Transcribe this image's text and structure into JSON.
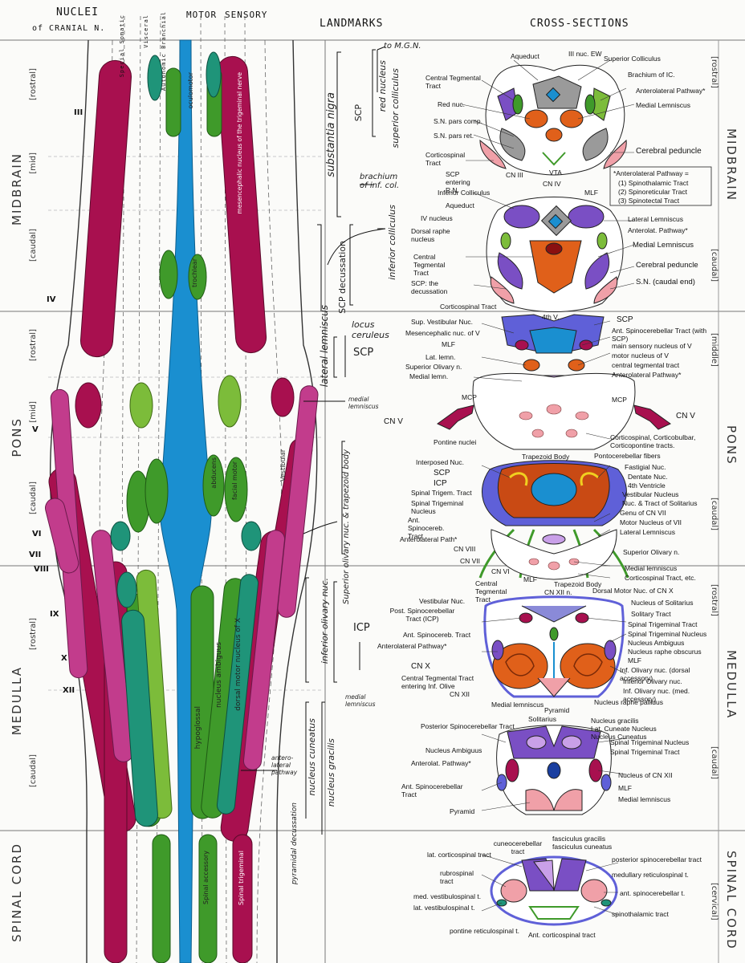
{
  "header": {
    "nuclei": "NUCLEI",
    "of_cranial": "of CRANIAL N.",
    "special_somatic": "Special Somatic",
    "visceral": "Visceral",
    "autonomic": "Autonomic Branchial",
    "motor": "MOTOR",
    "sensory": "SENSORY",
    "landmarks": "LANDMARKS",
    "cross_sections": "CROSS-SECTIONS"
  },
  "regions_left": {
    "midbrain": "MIDBRAIN",
    "pons": "PONS",
    "medulla": "MEDULLA",
    "spinal": "SPINAL CORD",
    "rostral1": "[rostral]",
    "mid1": "[mid]",
    "caudal1": "[caudal]",
    "rostral2": "[rostral]",
    "mid2": "[mid]",
    "caudal2": "[caudal]",
    "rostral3": "[rostral]",
    "caudal3": "[caudal]"
  },
  "regions_right": {
    "midbrain": "MIDBRAIN",
    "pons": "PONS",
    "medulla": "MEDULLA",
    "spinal": "SPINAL CORD",
    "rostral1": "[rostral]",
    "caudal1": "[caudal]",
    "middle2": "[middle]",
    "caudal2": "[caudal]",
    "rostral3": "[rostral]",
    "caudal3": "[caudal]",
    "cervical": "[cervical]"
  },
  "cranial_numbers": [
    "III",
    "IV",
    "V",
    "VI",
    "VII",
    "VIII",
    "IX",
    "X",
    "XII"
  ],
  "nuclei_labels": {
    "oculomotor": "oculomotor",
    "trochlear": "trochlear",
    "abducens": "abducens",
    "facial_motor": "facial motor",
    "hypoglossal": "hypoglossal",
    "nucleus_ambiguus": "nucleus ambiguus",
    "dorsal_motor": "dorsal motor nucleus of X",
    "spinal_accessory": "Spinal accessory",
    "mesencephalic": "mesencephalic nucleus of the trigeminal nerve",
    "vestibular": "Vestibular",
    "spinal_trigeminal": "Spinal trigeminal"
  },
  "landmarks": {
    "to_mgn": "to M.G.N.",
    "red_nucleus": "red nucleus",
    "superior_colliculus": "superior colliculus",
    "substantia_nigra": "substantia nigra",
    "scp1": "SCP",
    "brachium": "brachium of inf. col.",
    "inferior_colliculus": "inferior colliculus",
    "scp_decussation": "SCP decussation",
    "lateral_lemniscus": "lateral lemniscus",
    "locus_ceruleus": "locus ceruleus",
    "scp2": "SCP",
    "medial_lemniscus1": "medial lemniscus",
    "superior_olivary": "Superior olivary nuc. & trapezoid body",
    "inferior_olivary": "inferior olivary nuc.",
    "icp": "ICP",
    "medial_lemniscus2": "medial lemniscus",
    "nucleus_cuneatus": "nucleus cuneatus",
    "nucleus_gracilis": "nucleus gracilis",
    "anterolateral": "antero-lateral pathway",
    "pyramidal": "pyramidal decussation"
  },
  "sec1": {
    "aqueduct": "Aqueduct",
    "iii_nuc": "III nuc. EW",
    "sup_colliculus": "Superior Colliculus",
    "central_teg": "Central Tegmental Tract",
    "brachium_ic": "Brachium of IC.",
    "anterolateral": "Anterolateral Pathway*",
    "red_nuc": "Red nuc.",
    "medial_lemniscus": "Medial Lemniscus",
    "sn_compact": "S.N. pars comp.",
    "sn_ret": "S.N. pars ret.",
    "corticospinal": "Corticospinal Tract",
    "cerebral_peduncle": "Cerebral peduncle",
    "scp_entering": "SCP entering R.N.",
    "cn_iii": "CN III",
    "vta": "VTA",
    "cn_iv": "CN IV",
    "legend_title": "*Anterolateral Pathway =",
    "legend_1": "(1) Spinothalamic Tract",
    "legend_2": "(2) Spinoreticular Tract",
    "legend_3": "(3) Spinotectal Tract"
  },
  "sec2": {
    "inferior_colliculus": "Inferior Colliculus",
    "mlf": "MLF",
    "aqueduct": "Aqueduct",
    "iv_nucleus": "IV nucleus",
    "lateral_lemniscus": "Lateral Lemniscus",
    "dorsal_raphe": "Dorsal raphe nucleus",
    "anterolat": "Anterolat. Pathway*",
    "medial_lemniscus": "Medial Lemniscus",
    "central_teg": "Central Tegmental Tract",
    "cerebral_peduncle": "Cerebral peduncle",
    "scp_decussation": "SCP: the decussation",
    "sn_caudal": "S.N. (caudal end)",
    "corticospinal": "Corticospinal Tract"
  },
  "sec3": {
    "fourth_v": "4th V.",
    "scp": "SCP",
    "sup_vestibular": "Sup. Vestibular Nuc.",
    "ant_spinocereb": "Ant. Spinocerebellar Tract (with SCP)",
    "mesencephalic": "Mesencephalic nuc. of V",
    "main_sensory": "main sensory nucleus of V",
    "mlf": "MLF",
    "motor_nucleus_v": "motor nucleus of V",
    "lat_lemn": "Lat. lemn.",
    "central_teg": "central tegmental tract",
    "superior_olivary": "Superior Olivary n.",
    "anterolateral": "Anterolateral Pathway*",
    "medial_lemn": "Medial lemn.",
    "mcp_l": "MCP",
    "mcp_r": "MCP",
    "cn_v_l": "CN V",
    "cn_v_r": "CN V",
    "pontine_nuclei": "Pontine nuclei",
    "corticospinal": "Corticospinal, Corticobulbar, Corticopontine tracts."
  },
  "sec4": {
    "interposed": "Interposed Nuc.",
    "trapezoid_body": "Trapezoid Body",
    "pontocerebellar": "Pontocerebellar fibers",
    "scp": "SCP",
    "fastigial": "Fastigial Nuc.",
    "icp": "ICP",
    "dentate": "Dentate Nuc.",
    "fourth_ventricle": "4th Ventricle",
    "spinal_trigem_tract": "Spinal Trigem. Tract",
    "vestibular_nucleus": "Vestibular Nucleus",
    "spinal_trigem_nuc": "Spinal Trigeminal Nucleus",
    "solitarius": "Nuc. & Tract of Solitarius",
    "genu": "Genu of CN VII",
    "ant_spinocereb": "Ant. Spinocereb. Tract",
    "motor_vii": "Motor Nucleus of VII",
    "anterolateral": "Anterolateral Path*",
    "lateral_lemniscus": "Lateral Lemniscus",
    "cn_viii": "CN VIII",
    "superior_olivary": "Superior Olivary n.",
    "cn_vii": "CN VII",
    "cn_vi": "CN VI",
    "medial_lemniscus": "Medial lemniscus",
    "corticospinal": "Corticospinal Tract, etc.",
    "central_teg": "Central Tegmental Tract",
    "mlf": "MLF",
    "trapezoid_body2": "Trapezoid Body"
  },
  "sec5": {
    "cn_xii_n": "CN XII n.",
    "dorsal_motor": "Dorsal Motor Nuc. of CN X",
    "vestibular": "Vestibular Nuc.",
    "solitarius_nuc": "Nucleus of Solitarius",
    "post_spinocereb": "Post. Spinocerebellar Tract (ICP)",
    "solitary_tract": "Solitary Tract",
    "ant_spinocereb": "Ant. Spinocereb. Tract",
    "spinal_trigem_tract": "Spinal Trigeminal Tract",
    "anterolateral": "Anterolateral Pathway*",
    "spinal_trigem_nuc": "Spinal Trigeminal Nucleus",
    "nucleus_ambiguus": "Nucleus Ambiguus",
    "raphe_obscurus": "Nucleus raphe obscurus",
    "mlf": "MLF",
    "cn_x": "CN X",
    "inf_olivary_dorsal": "Inf. Olivary nuc. (dorsal accessory)",
    "central_teg": "Central Tegmental Tract entering Inf. Olive",
    "inferior_olivary": "Inferior Olivary nuc.",
    "inf_olivary_med": "Inf. Olivary nuc. (med. accessory)",
    "cn_xii": "CN XII",
    "medial_lemniscus": "Medial lemniscus",
    "pyramid": "Pyramid",
    "raphe_pallidus": "Nucleus raphe pallidus"
  },
  "sec6": {
    "solitarius": "Solitarius",
    "post_spinocereb": "Posterior Spinocerebellar Tract",
    "nucleus_gracilis": "Nucleus gracilis",
    "lat_cuneate": "Lat. Cuneate Nucleus",
    "nucleus_cuneatus": "Nucleus Cuneatus",
    "nucleus_ambiguus": "Nucleus Ambiguus",
    "spinal_trigem_nuc": "Spinal Trigeminal Nucleus",
    "spinal_trigem_tract": "Spinal Trigeminal Tract",
    "anterolat": "Anterolat. Pathway*",
    "cn_xii": "Nucleus of CN XII",
    "ant_spinocereb": "Ant. Spinocerebellar Tract",
    "mlf": "MLF",
    "medial_lemniscus": "Medial lemniscus",
    "pyramid": "Pyramid"
  },
  "sec7": {
    "cuneocerebellar": "cuneocerebellar tract",
    "fasciculus_gracilis": "fasciculus gracilis",
    "fasciculus_cuneatus": "fasciculus cuneatus",
    "lat_corticospinal": "lat. corticospinal tract",
    "post_spinocereb": "posterior spinocerebellar tract",
    "rubrospinal": "rubrospinal tract",
    "medullary_retic": "medullary reticulospinal t.",
    "ant_spinocereb": "ant. spinocerebellar t.",
    "med_vestibulospinal": "med. vestibulospinal t.",
    "lat_vestibulospinal": "lat. vestibulospinal t.",
    "spinothalamic": "spinothalamic tract",
    "pontine_retic": "pontine reticulospinal t.",
    "ant_corticospinal": "Ant. corticospinal tract"
  },
  "colors": {
    "crimson": "#a8104f",
    "magenta": "#c23c8c",
    "green": "#3f9a2a",
    "teal": "#1f9479",
    "blue": "#1a8fd0",
    "orange": "#e0601a",
    "purple": "#7a4fc4",
    "pink": "#f0a0a8",
    "gray": "#9a9a9a",
    "lime": "#7cbc3a"
  }
}
